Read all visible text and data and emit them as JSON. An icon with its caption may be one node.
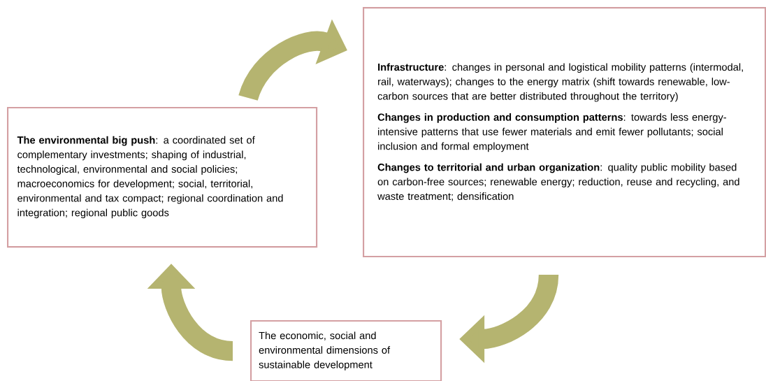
{
  "diagram": {
    "nodes": [
      {
        "text": [
          "**The environmental big push**: a coordinated set of complementary investments; shaping of industrial, technological, environmental and social policies; macroeconomics for development; social, territorial, environmental and tax compact; regional coordination and integration; regional public goods"
        ]
      },
      {
        "text": [
          "**Infrastructure**: changes in personal and logistical mobility patterns (intermodal, rail, waterways); changes to the energy matrix (shift towards renewable, low-carbon sources that are better distributed throughout the territory)",
          "**Changes in production and consumption patterns**: towards less energy-intensive patterns that use fewer materials and emit fewer pollutants; social inclusion and formal employment",
          "**Changes to territorial and urban organization**: quality public mobility based on carbon-free sources; renewable energy; reduction, reuse and recycling, and waste treatment; densification"
        ]
      },
      {
        "text": [
          "The economic, social and environmental dimensions of sustainable development"
        ]
      }
    ],
    "edges": [
      {
        "from": 0,
        "to": 1,
        "arrow": "to"
      },
      {
        "from": 1,
        "to": 2,
        "arrow": "to"
      },
      {
        "from": 2,
        "to": 0,
        "arrow": "to"
      }
    ]
  }
}
